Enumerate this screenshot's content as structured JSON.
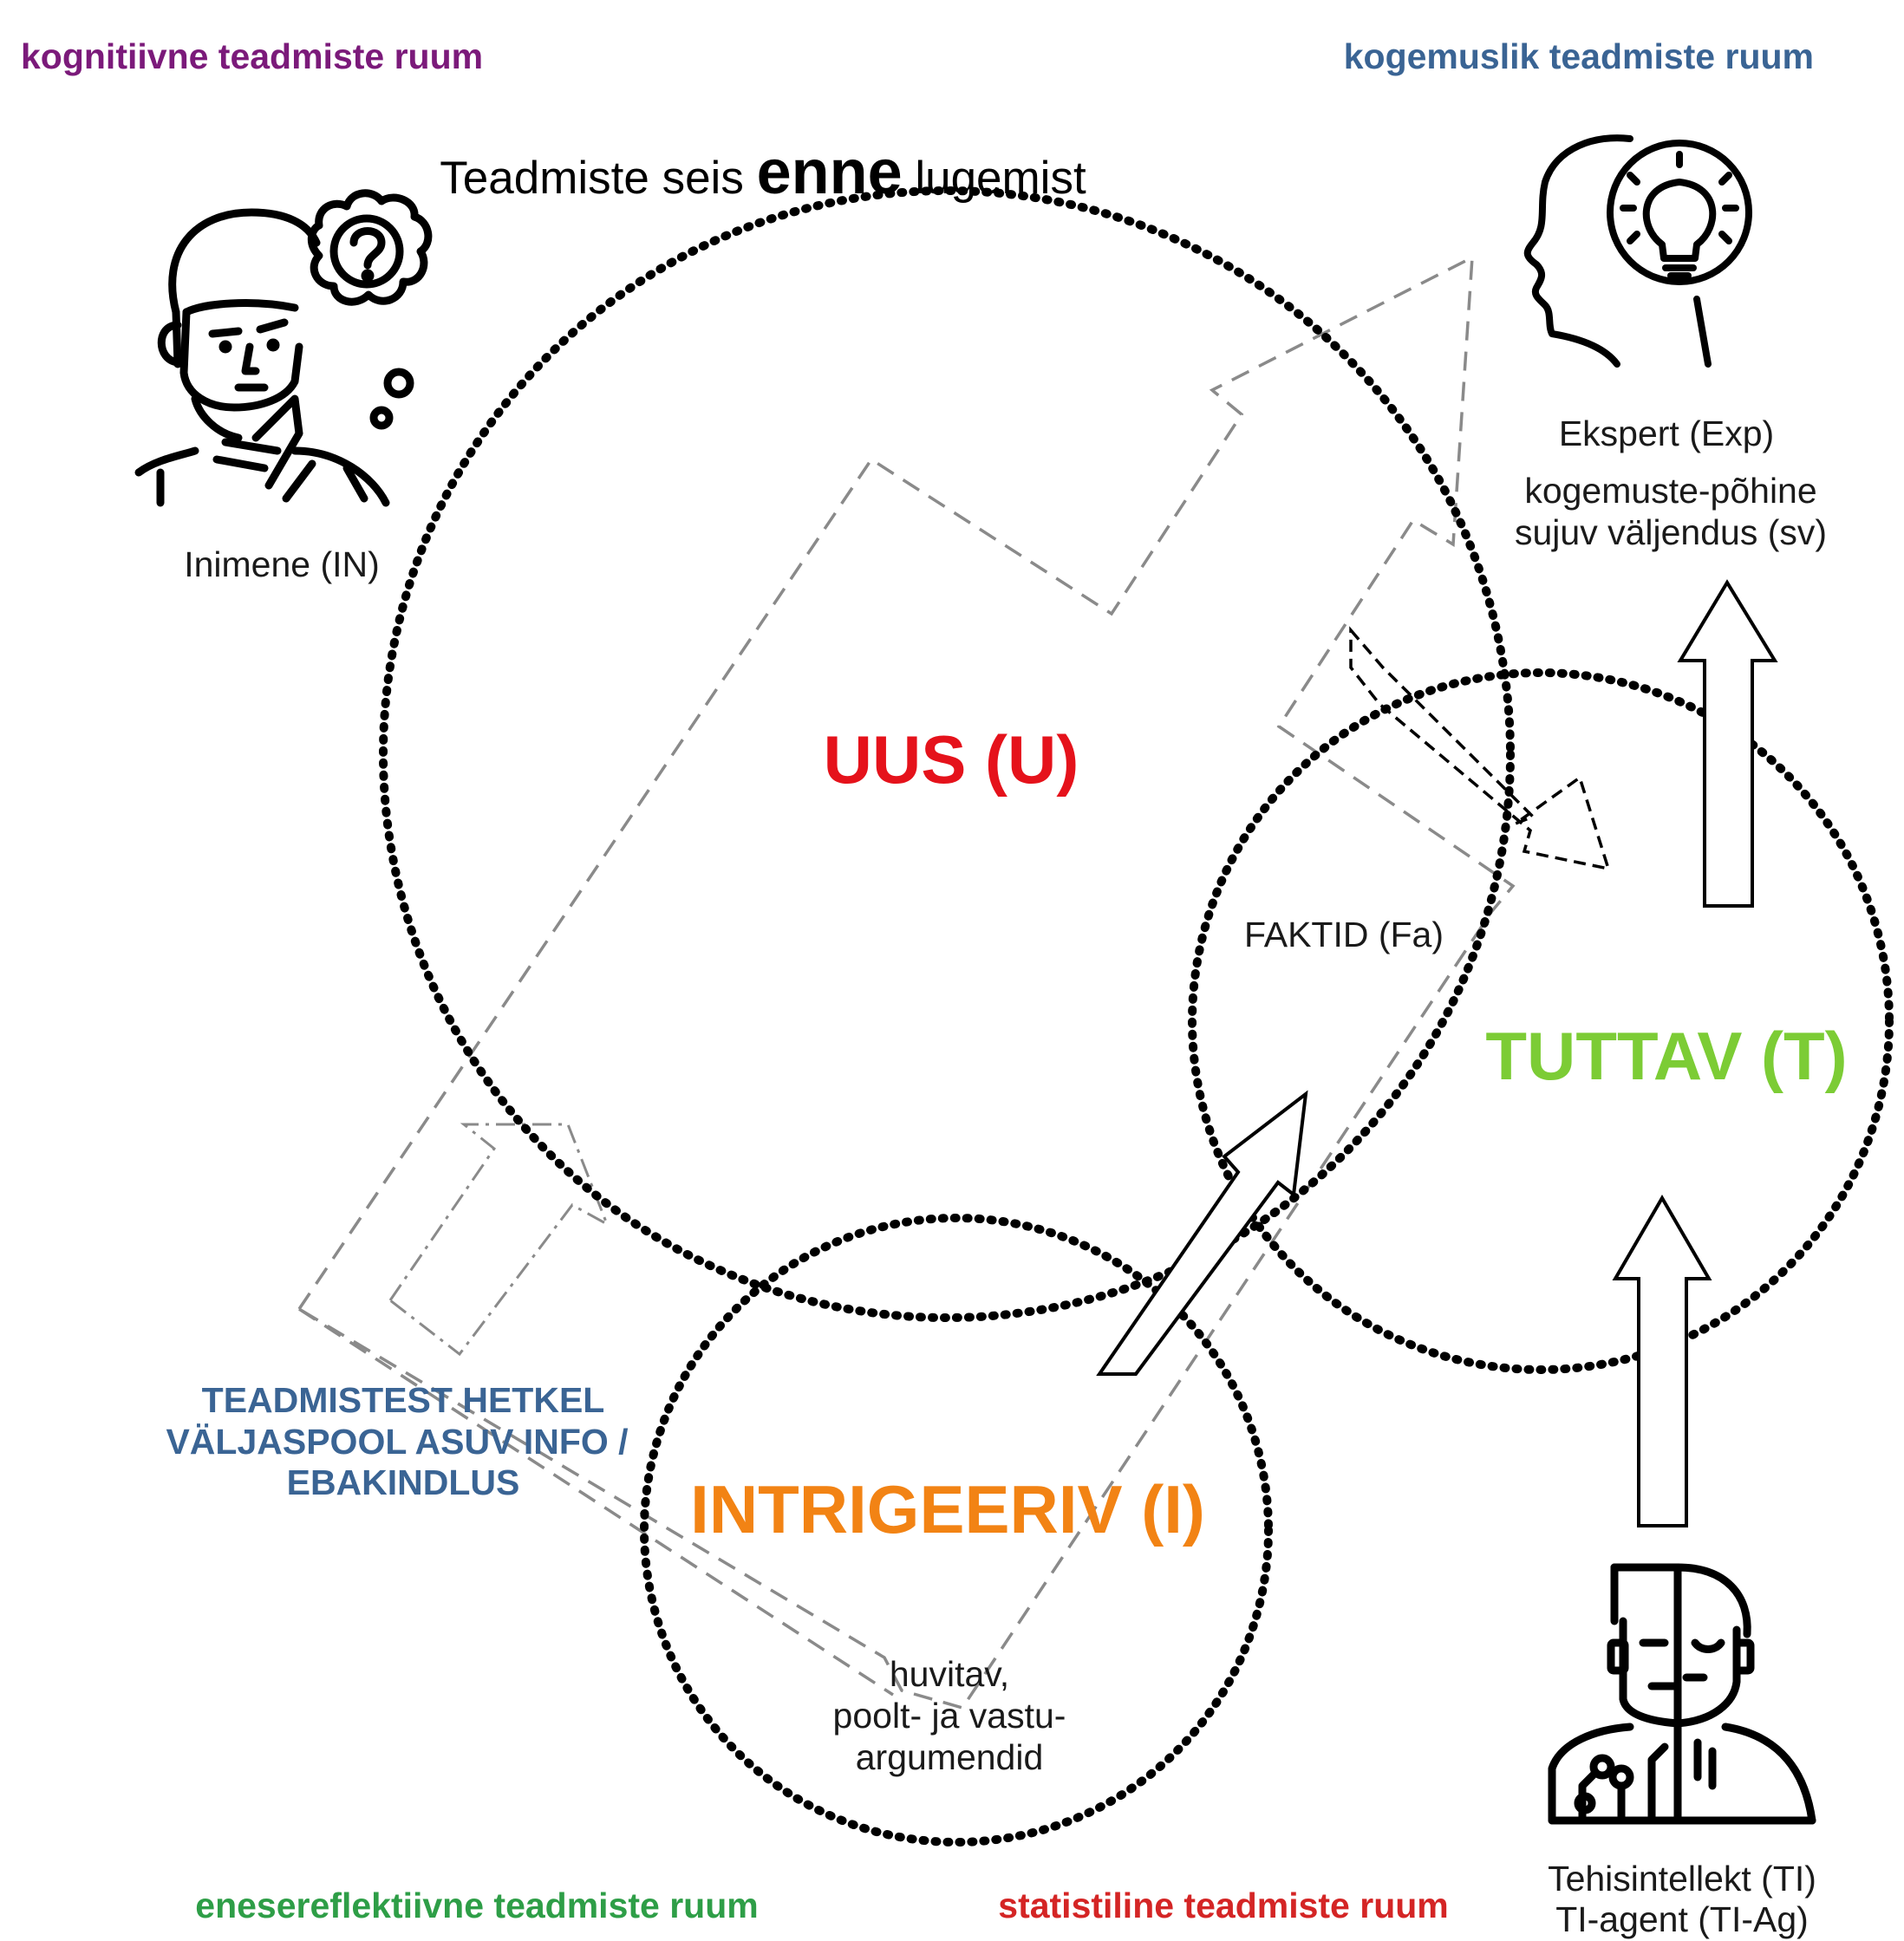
{
  "corners": {
    "top_left": "kognitiivne teadmiste ruum",
    "top_right": "kogemuslik teadmiste ruum",
    "bottom_left": "enesereflektiivne teadmiste ruum",
    "bottom_right": "statistiline teadmiste ruum"
  },
  "title": {
    "before": "Teadmiste seis ",
    "emphasis": "enne",
    "after": " lugemist"
  },
  "circles": {
    "new": "UUS (U)",
    "familiar": "TUTTAV (T)",
    "intriguing": "INTRIGEERIV (I)"
  },
  "facts_label": "FAKTID (Fa)",
  "intriguing_note": [
    "huvitav,",
    "poolt- ja vastu-",
    "argumendid"
  ],
  "outside_info": [
    "TEADMISTEST HETKEL",
    "VÄLJASPOOL ASUV INFO /",
    "EBAKINDLUS"
  ],
  "actors": {
    "human": "Inimene (IN)",
    "expert": [
      "Ekspert (Exp)",
      "kogemuste-põhine",
      "sujuv väljendus (sv)"
    ],
    "ai": [
      "Tehisintellekt (TI)",
      "TI-agent (TI-Ag)"
    ]
  },
  "colors": {
    "cognitive": "#7b1a7a",
    "experiential": "#3a6494",
    "self_reflective": "#2e9e47",
    "statistical": "#d42525",
    "new": "#e5121b",
    "familiar": "#7ccc35",
    "intriguing": "#f28314",
    "outside_info": "#3a6494"
  },
  "icons": [
    "thinking-person-icon",
    "head-lightbulb-icon",
    "robot-human-icon"
  ]
}
